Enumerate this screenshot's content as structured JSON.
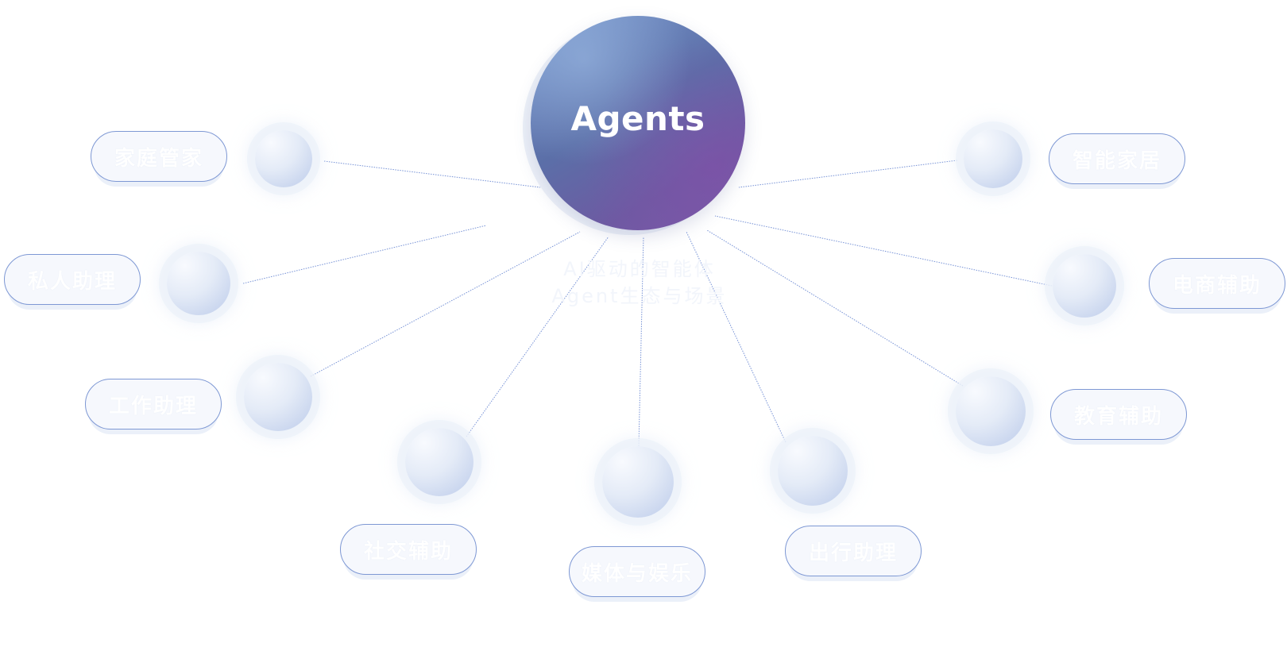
{
  "hub": {
    "title": "Agents",
    "subtitle_lines": [
      "AI驱动的智能体",
      "Agent生态与场景"
    ]
  },
  "nodes": [
    {
      "id": "home",
      "label": "家庭管家"
    },
    {
      "id": "personal",
      "label": "私人助理"
    },
    {
      "id": "work",
      "label": "工作助理"
    },
    {
      "id": "social",
      "label": "社交辅助"
    },
    {
      "id": "media",
      "label": "媒体与娱乐"
    },
    {
      "id": "travel",
      "label": "出行助理"
    },
    {
      "id": "edu",
      "label": "教育辅助"
    },
    {
      "id": "ecommerce",
      "label": "电商辅助"
    },
    {
      "id": "smarthome",
      "label": "智能家居"
    }
  ],
  "colors": {
    "hub_start": "#7c9cd0",
    "hub_end": "#7a5aa8",
    "connector": "#5f7fcf",
    "pill_border": "#7e98d4",
    "ball_tint": "#bccbea"
  }
}
